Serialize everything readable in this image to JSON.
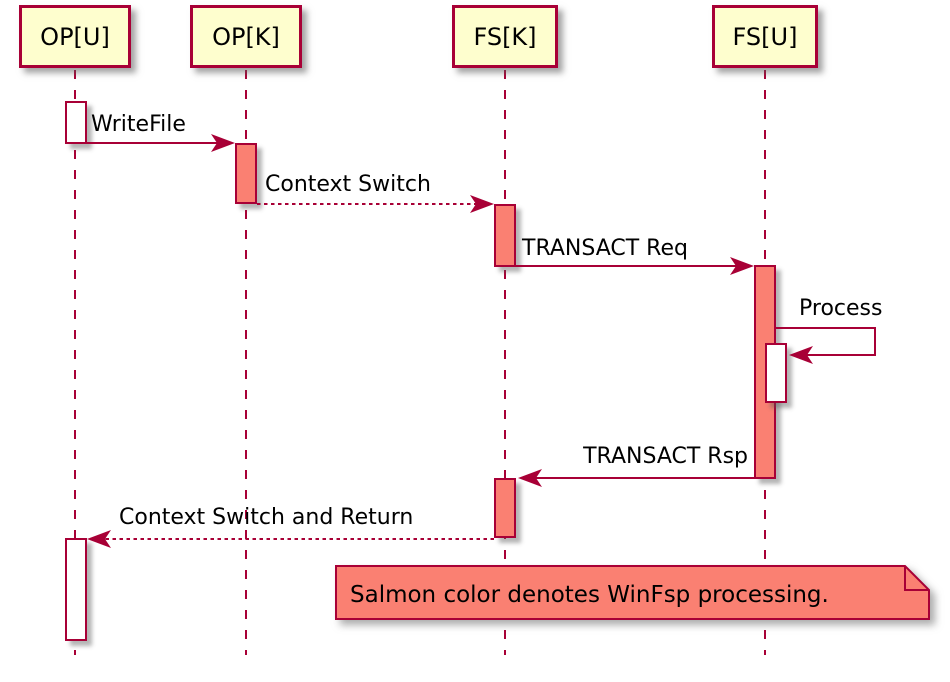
{
  "diagram": {
    "kind": "uml-sequence-diagram",
    "background": "#ffffff"
  },
  "participants": [
    {
      "id": "op-u",
      "label": "OP[U]"
    },
    {
      "id": "op-k",
      "label": "OP[K]"
    },
    {
      "id": "fs-k",
      "label": "FS[K]"
    },
    {
      "id": "fs-u",
      "label": "FS[U]"
    }
  ],
  "messages": [
    {
      "label": "WriteFile",
      "from": "OP[U]",
      "to": "OP[K]",
      "line": "solid",
      "direction": "right"
    },
    {
      "label": "Context Switch",
      "from": "OP[K]",
      "to": "FS[K]",
      "line": "dashed",
      "direction": "right"
    },
    {
      "label": "TRANSACT Req",
      "from": "FS[K]",
      "to": "FS[U]",
      "line": "solid",
      "direction": "right"
    },
    {
      "label": "Process",
      "from": "FS[U]",
      "to": "FS[U]",
      "line": "solid",
      "direction": "self"
    },
    {
      "label": "TRANSACT Rsp",
      "from": "FS[U]",
      "to": "FS[K]",
      "line": "solid",
      "direction": "left"
    },
    {
      "label": "Context Switch and Return",
      "from": "FS[K]",
      "to": "OP[U]",
      "line": "dashed",
      "direction": "left"
    }
  ],
  "note": {
    "text": "Salmon color denotes WinFsp processing."
  },
  "activations": [
    {
      "lifeline": "OP[U]",
      "color": "white"
    },
    {
      "lifeline": "OP[K]",
      "color": "salmon"
    },
    {
      "lifeline": "FS[K]",
      "color": "salmon"
    },
    {
      "lifeline": "FS[U]",
      "color": "salmon"
    },
    {
      "lifeline": "FS[U]",
      "color": "white",
      "nested": true
    },
    {
      "lifeline": "FS[K]",
      "color": "salmon"
    },
    {
      "lifeline": "OP[U]",
      "color": "white"
    }
  ],
  "colors": {
    "accent": "#A80036",
    "salmon": "#FA8072",
    "participant_fill": "#FEFECE",
    "activation_plain": "#FFFFFF",
    "text": "#000000"
  }
}
